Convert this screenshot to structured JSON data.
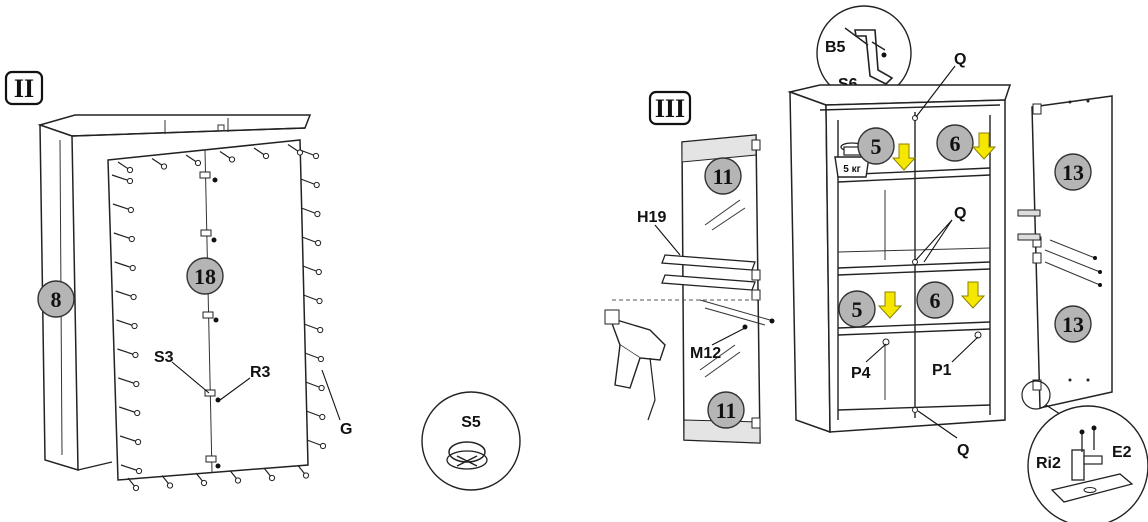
{
  "steps": {
    "step_left": "II",
    "step_right": "III"
  },
  "part_numbers": {
    "side_panel": "8",
    "back_panel": "18",
    "door_left_top": "11",
    "door_left_bottom": "11",
    "shelf_top_left": "5",
    "shelf_top_right": "6",
    "shelf_mid_left": "5",
    "shelf_mid_right": "6",
    "door_right_top": "13",
    "door_right_bottom": "13"
  },
  "labels": {
    "s3": "S3",
    "r3": "R3",
    "g": "G",
    "s5": "S5",
    "h19": "H19",
    "m12": "M12",
    "b5": "B5",
    "s6": "S6",
    "q_top": "Q",
    "q_mid": "Q",
    "q_bottom": "Q",
    "p4": "P4",
    "p1": "P1",
    "ri2": "Ri2",
    "e2": "E2",
    "weight": "5 кг"
  },
  "colors": {
    "badge_fill": "#b5b5b5",
    "arrow_fill": "#f5e700",
    "line": "#222222"
  },
  "icons": {
    "drill": "drill-icon",
    "weight": "weight-icon",
    "down_arrow": "down-arrow-icon"
  }
}
